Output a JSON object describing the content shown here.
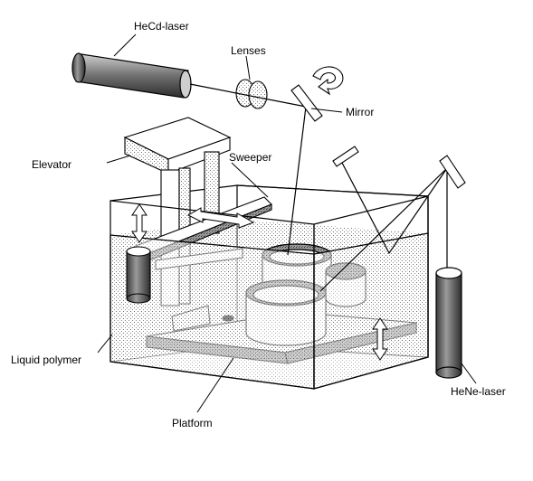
{
  "diagram": {
    "labels": {
      "hecd_laser": "HeCd-laser",
      "lenses": "Lenses",
      "mirror": "Mirror",
      "elevator": "Elevator",
      "sweeper": "Sweeper",
      "liquid_polymer": "Liquid polymer",
      "platform": "Platform",
      "hene_laser": "HeNe-laser"
    }
  }
}
